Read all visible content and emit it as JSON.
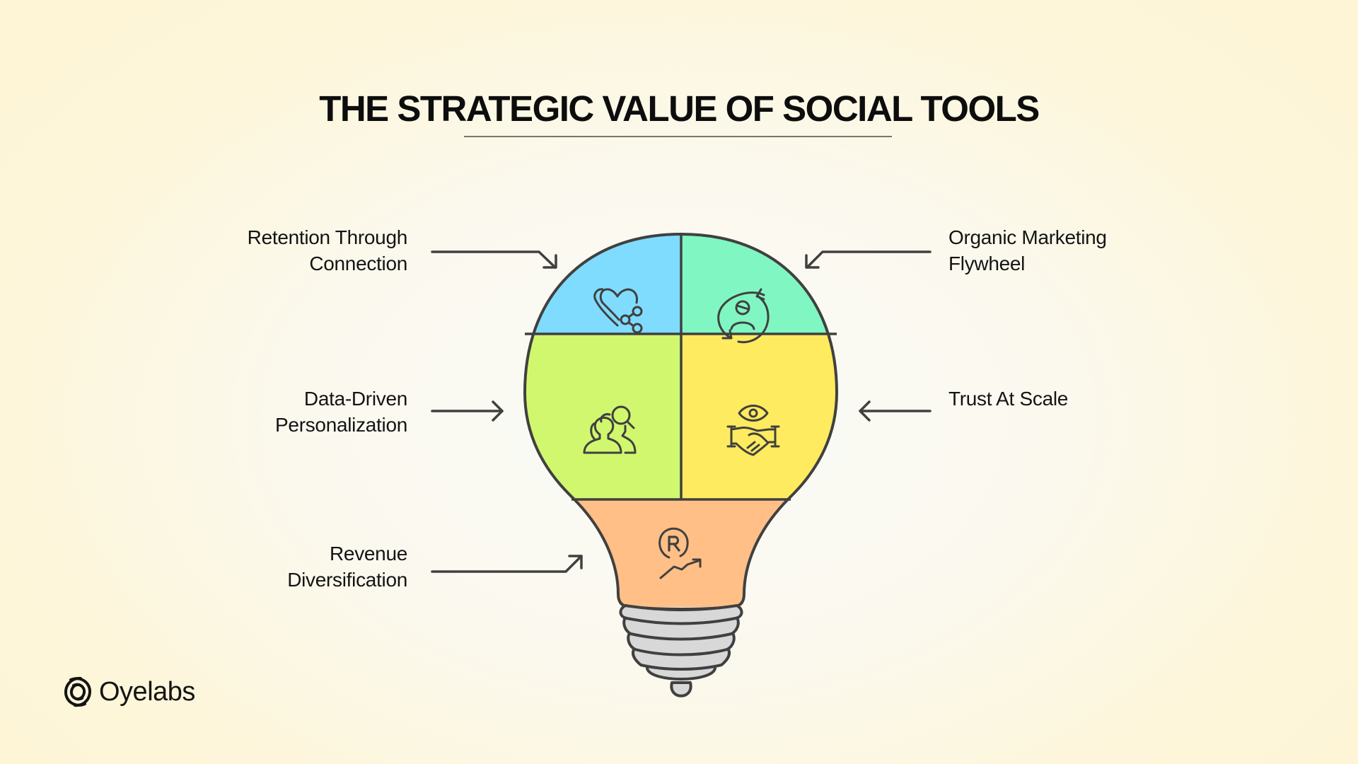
{
  "title": "THE STRATEGIC VALUE OF SOCIAL TOOLS",
  "brand": {
    "name": "Oyelabs",
    "icon": "oyelabs-logo-icon"
  },
  "colors": {
    "outline": "#404040",
    "retention": "#7fdcff",
    "organic": "#80f7c2",
    "personalization": "#d1f76e",
    "trust": "#ffeb5f",
    "revenue": "#ffbf86",
    "base": "#d8d8d8",
    "background_edge": "#fdf6d9",
    "background_center": "#fafaf8"
  },
  "segments": [
    {
      "id": "retention",
      "label_line1": "Retention Through",
      "label_line2": "Connection",
      "side": "left",
      "icon": "heart-share-icon"
    },
    {
      "id": "organic",
      "label_line1": "Organic Marketing",
      "label_line2": "Flywheel",
      "side": "right",
      "icon": "person-cycle-icon"
    },
    {
      "id": "personalization",
      "label_line1": "Data-Driven",
      "label_line2": "Personalization",
      "side": "left",
      "icon": "users-search-icon"
    },
    {
      "id": "trust",
      "label_line1": "Trust At Scale",
      "label_line2": "",
      "side": "right",
      "icon": "eye-handshake-icon"
    },
    {
      "id": "revenue",
      "label_line1": "Revenue",
      "label_line2": "Diversification",
      "side": "left",
      "icon": "registered-growth-icon"
    }
  ]
}
